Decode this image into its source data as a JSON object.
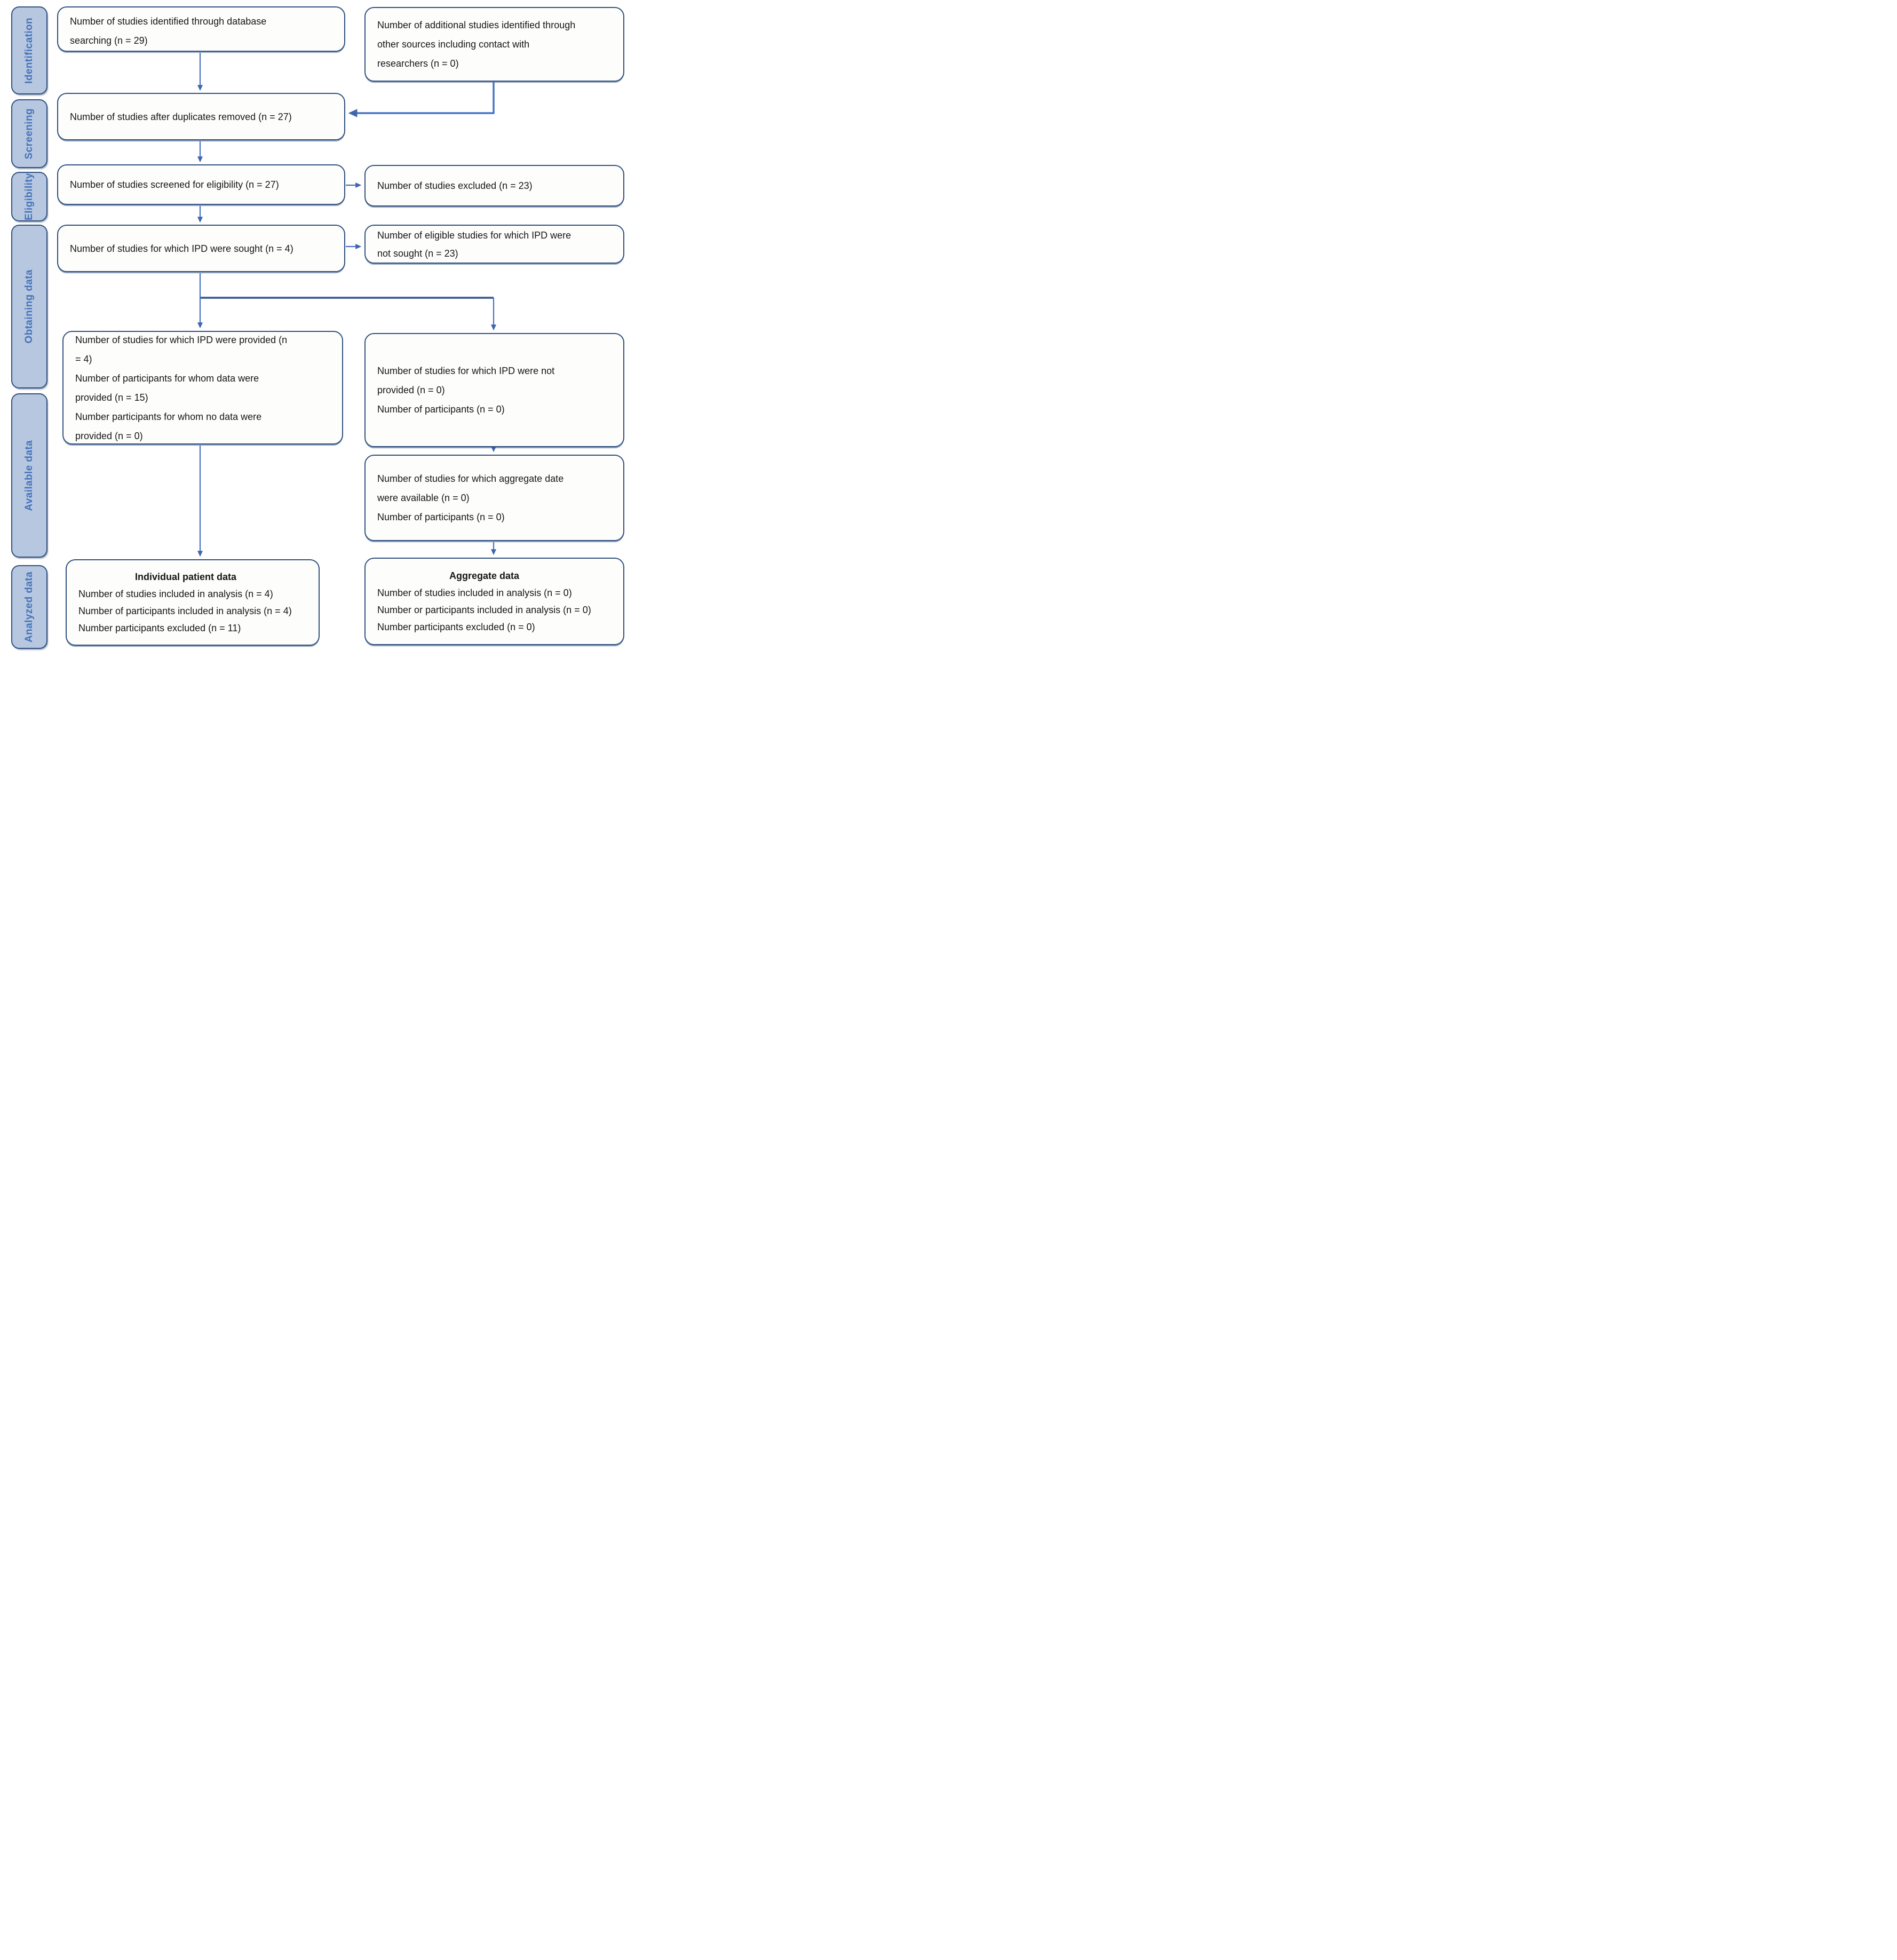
{
  "colors": {
    "box_border": "#31517f",
    "box_fill": "#fdfdfc",
    "sidebar_fill": "#b7c7e0",
    "sidebar_text": "#4573b9",
    "arrow": "#4472c4",
    "arrowhead": "#3e66ad",
    "text": "#161616"
  },
  "sidebar": {
    "items": [
      {
        "label": "Identification"
      },
      {
        "label": "Screening"
      },
      {
        "label": "Eligibility"
      },
      {
        "label": "Obtaining data"
      },
      {
        "label": "Available data"
      },
      {
        "label": "Analyzed data"
      }
    ]
  },
  "boxes": {
    "identified": {
      "text": "Number of studies identified through database searching (n = 29)"
    },
    "additional": {
      "text": "Number of additional studies identified through other sources including contact with researchers (n = 0)"
    },
    "duplicates": {
      "text": "Number of studies after duplicates removed (n = 27)"
    },
    "screened": {
      "text": "Number of studies screened for eligibility (n = 27)"
    },
    "excluded": {
      "text": "Number of studies excluded (n = 23)"
    },
    "ipd_sought": {
      "text": "Number of studies for which IPD were sought (n = 4)"
    },
    "ipd_not_sought": {
      "text": "Number of eligible studies for which IPD were not sought (n = 23)"
    },
    "ipd_provided": {
      "lines": [
        "Number of studies for which IPD were provided (n = 4)",
        "Number of participants for whom data were provided (n = 15)",
        "Number participants for whom no data were provided (n = 0)"
      ]
    },
    "ipd_not_provided": {
      "lines": [
        "Number of studies for which IPD were not provided (n = 0)",
        "Number of participants (n = 0)"
      ]
    },
    "aggregate_available": {
      "lines": [
        "Number of studies for which aggregate date were available (n = 0)",
        "Number of participants (n = 0)"
      ]
    },
    "ipd_analyzed": {
      "title": "Individual patient data",
      "lines": [
        "Number of studies included in analysis (n = 4)",
        "Number of participants included in analysis (n = 4)",
        "Number participants excluded (n = 11)"
      ]
    },
    "aggregate_analyzed": {
      "title": "Aggregate data",
      "lines": [
        "Number of studies included in analysis (n = 0)",
        "Number or participants included in analysis (n = 0)",
        "Number participants excluded (n = 0)"
      ]
    }
  }
}
